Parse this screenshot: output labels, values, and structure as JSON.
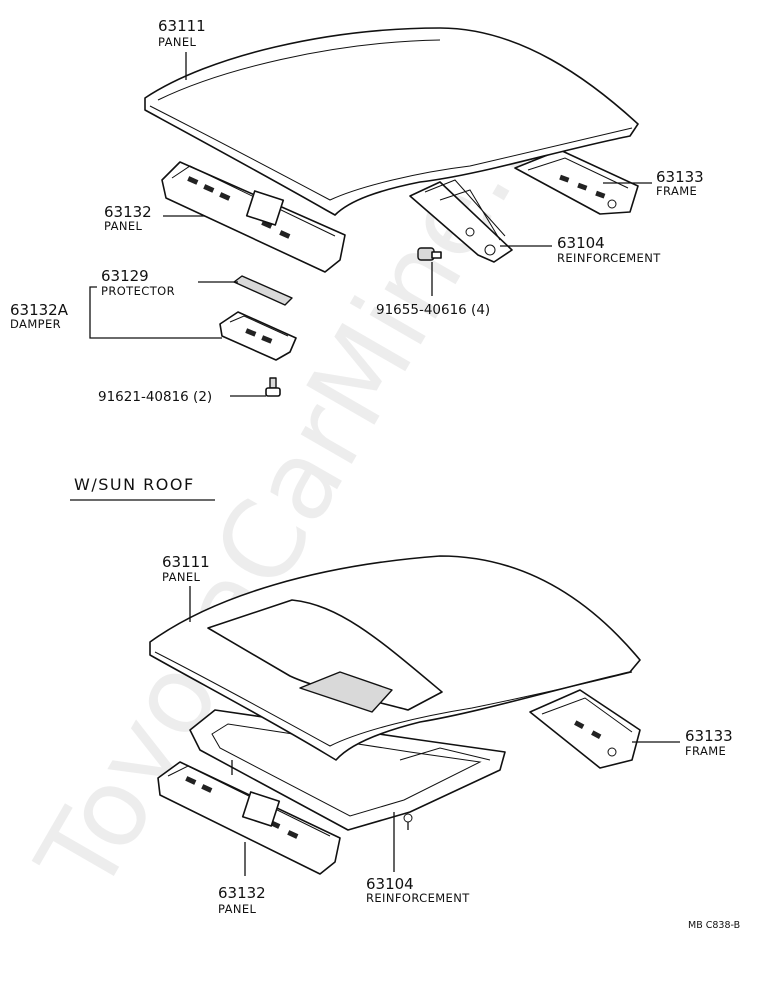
{
  "watermark": "ToyotaCarMine.ru",
  "section_title": "W/SUN ROOF",
  "diagram_code": "MB C838-B",
  "upper_parts": {
    "roof_panel": {
      "number": "63111",
      "name": "PANEL"
    },
    "rear_panel": {
      "number": "63132",
      "name": "PANEL"
    },
    "frame": {
      "number": "63133",
      "name": "FRAME"
    },
    "reinforcement": {
      "number": "63104",
      "name": "REINFORCEMENT"
    },
    "protector": {
      "number": "63129",
      "name": "PROTECTOR"
    },
    "damper": {
      "number": "63132A",
      "name": "DAMPER"
    },
    "clip_part": "91655-40616 (4)",
    "screw_part": "91621-40816 (2)"
  },
  "lower_parts": {
    "roof_panel": {
      "number": "63111",
      "name": "PANEL"
    },
    "frame": {
      "number": "63133",
      "name": "FRAME"
    },
    "rear_panel": {
      "number": "63132",
      "name": "PANEL"
    },
    "reinforcement": {
      "number": "63104",
      "name": "REINFORCEMENT"
    }
  }
}
